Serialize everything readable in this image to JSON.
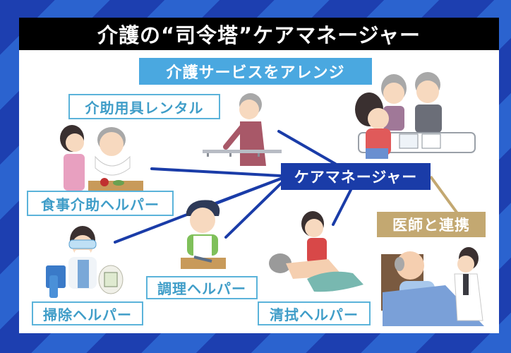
{
  "title": "介護の“司令塔”ケアマネージャー",
  "banner": "介護サービスをアレンジ",
  "center_node": "ケアマネージャー",
  "doctor_link": "医師と連携",
  "services": [
    {
      "id": "equipment-rental",
      "label": "介助用具レンタル"
    },
    {
      "id": "meal-assistance",
      "label": "食事介助ヘルパー"
    },
    {
      "id": "cooking",
      "label": "調理ヘルパー"
    },
    {
      "id": "cleaning",
      "label": "掃除ヘルパー"
    },
    {
      "id": "bed-bath",
      "label": "清拭ヘルパー"
    }
  ],
  "colors": {
    "background_dark": "#1d3fb0",
    "background_light": "#2b63cf",
    "title_bar": "#000000",
    "banner": "#4aa8e0",
    "label_border": "#5bb3da",
    "label_text": "#3f9dc8",
    "center_node": "#1a3ca8",
    "connector_line": "#1a3ca8",
    "doctor_label": "#c3a871"
  },
  "illustrations": [
    {
      "id": "care-manager-consultation",
      "desc": "care manager consulting elderly couple at desk"
    },
    {
      "id": "elderly-handrail",
      "desc": "elderly woman using handrail"
    },
    {
      "id": "meal-feeding",
      "desc": "helper feeding elderly woman"
    },
    {
      "id": "cooking-helper",
      "desc": "helper cutting food on board"
    },
    {
      "id": "cleaning-helper",
      "desc": "helper with goggles, bucket and bottle"
    },
    {
      "id": "bed-bath-helper",
      "desc": "helper wiping lying elderly man"
    },
    {
      "id": "doctor-visit",
      "desc": "doctor talking with elderly man in bed"
    }
  ]
}
